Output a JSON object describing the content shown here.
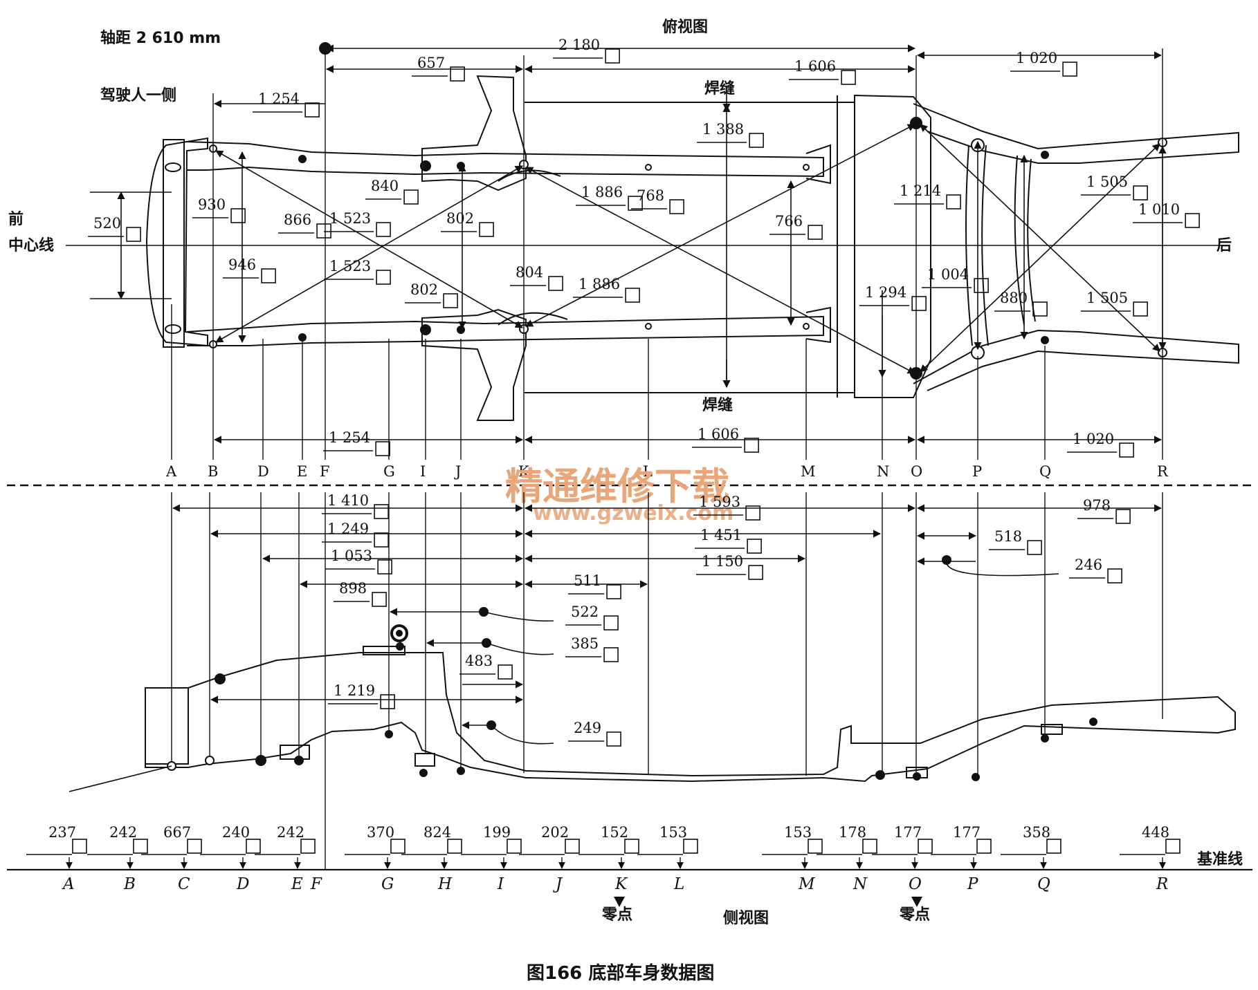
{
  "title": "图166 底部车身数据图",
  "watermark": {
    "line1": "精通维修下载",
    "line2": "www.gzweix.com"
  },
  "top_view": {
    "title": "俯视图",
    "wheelbase": "轴距 2 610 mm",
    "driver_side": "驾驶人一侧",
    "front": "前",
    "centerline": "中心线",
    "rear": "后",
    "weld": "焊缝",
    "point_labels": [
      "A",
      "B",
      "D",
      "E",
      "F",
      "G",
      "I",
      "J",
      "K",
      "L",
      "M",
      "N",
      "O",
      "P",
      "Q",
      "R"
    ],
    "dims": {
      "d2180": "2 180",
      "d657": "657",
      "d1606a": "1 606",
      "d1020a": "1 020",
      "d1254a": "1 254",
      "d1388": "1 388",
      "d930": "930",
      "d520": "520",
      "d866": "866",
      "d840": "840",
      "d1523a": "1 523",
      "d802a": "802",
      "d1886a": "1 886",
      "d768": "768",
      "d766": "766",
      "d1214": "1 214",
      "d1505a": "1 505",
      "d1010": "1 010",
      "d946": "946",
      "d1523b": "1 523",
      "d802b": "802",
      "d804": "804",
      "d1886b": "1 886",
      "d1294": "1 294",
      "d1004": "1 004",
      "d880": "880",
      "d1505b": "1 505",
      "d1254b": "1 254",
      "d1606b": "1 606",
      "d1020b": "1 020"
    }
  },
  "side_view": {
    "title": "侧视图",
    "baseline": "基准线",
    "zero_point": "零点",
    "point_labels": [
      "A",
      "B",
      "C",
      "D",
      "E",
      "F",
      "G",
      "H",
      "I",
      "J",
      "K",
      "L",
      "M",
      "N",
      "O",
      "P",
      "Q",
      "R"
    ],
    "dims": {
      "d1410": "1 410",
      "d1593": "1 593",
      "d978": "978",
      "d1249": "1 249",
      "d1451": "1 451",
      "d518": "518",
      "d1053": "1 053",
      "d1150": "1 150",
      "d246": "246",
      "d511": "511",
      "d898": "898",
      "d522": "522",
      "d385": "385",
      "d483": "483",
      "d1219": "1 219",
      "d249": "249"
    },
    "heights": [
      "237",
      "242",
      "667",
      "240",
      "242",
      "370",
      "824",
      "199",
      "202",
      "152",
      "153",
      "153",
      "178",
      "177",
      "177",
      "358",
      "448"
    ]
  }
}
